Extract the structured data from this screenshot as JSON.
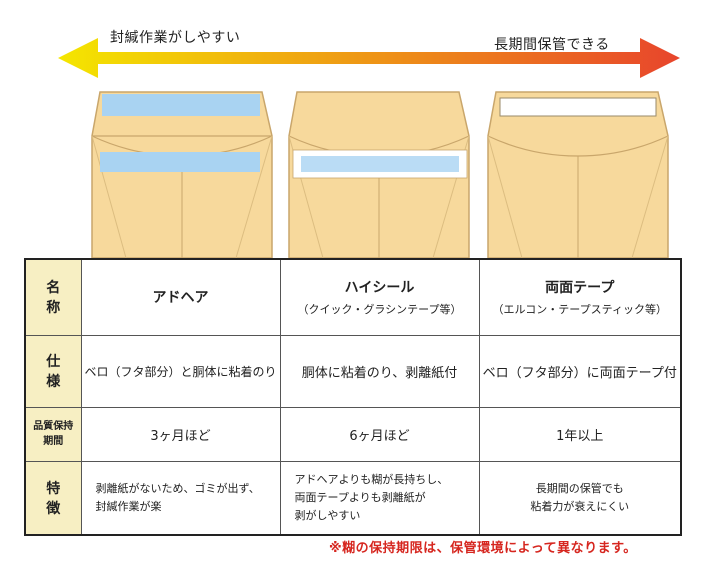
{
  "arrow": {
    "left_label": "封緘作業がしやすい",
    "right_label": "長期間保管できる",
    "color_left": "#f4e600",
    "color_right": "#e8452c"
  },
  "envelope_colors": {
    "body": "#f7d99c",
    "edge": "#c9a66b",
    "window": "#a9d3f2",
    "tape": "#ffffff"
  },
  "table": {
    "header_bg": "#f7efc3",
    "row_labels": {
      "name": "名 称",
      "spec": "仕 様",
      "period_line1": "品質保持",
      "period_line2": "期間",
      "feature": "特 徴"
    },
    "columns": [
      {
        "name": "アドヘア",
        "sub": "",
        "spec": "ベロ（フタ部分）と胴体に粘着のり",
        "period": "3ヶ月ほど",
        "feature": [
          "剥離紙がないため、ゴミが出ず、",
          "封緘作業が楽"
        ]
      },
      {
        "name": "ハイシール",
        "sub": "（クイック・グラシンテープ等）",
        "spec": "胴体に粘着のり、剥離紙付",
        "period": "6ヶ月ほど",
        "feature": [
          "アドヘアよりも糊が長持ちし、",
          "両面テープよりも剥離紙が",
          "剥がしやすい"
        ]
      },
      {
        "name": "両面テープ",
        "sub": "（エルコン・テープスティック等）",
        "spec": "ベロ（フタ部分）に両面テープ付",
        "period": "1年以上",
        "feature": [
          "長期間の保管でも",
          "粘着力が衰えにくい"
        ]
      }
    ]
  },
  "note": "※糊の保持期限は、保管環境によって異なります。"
}
